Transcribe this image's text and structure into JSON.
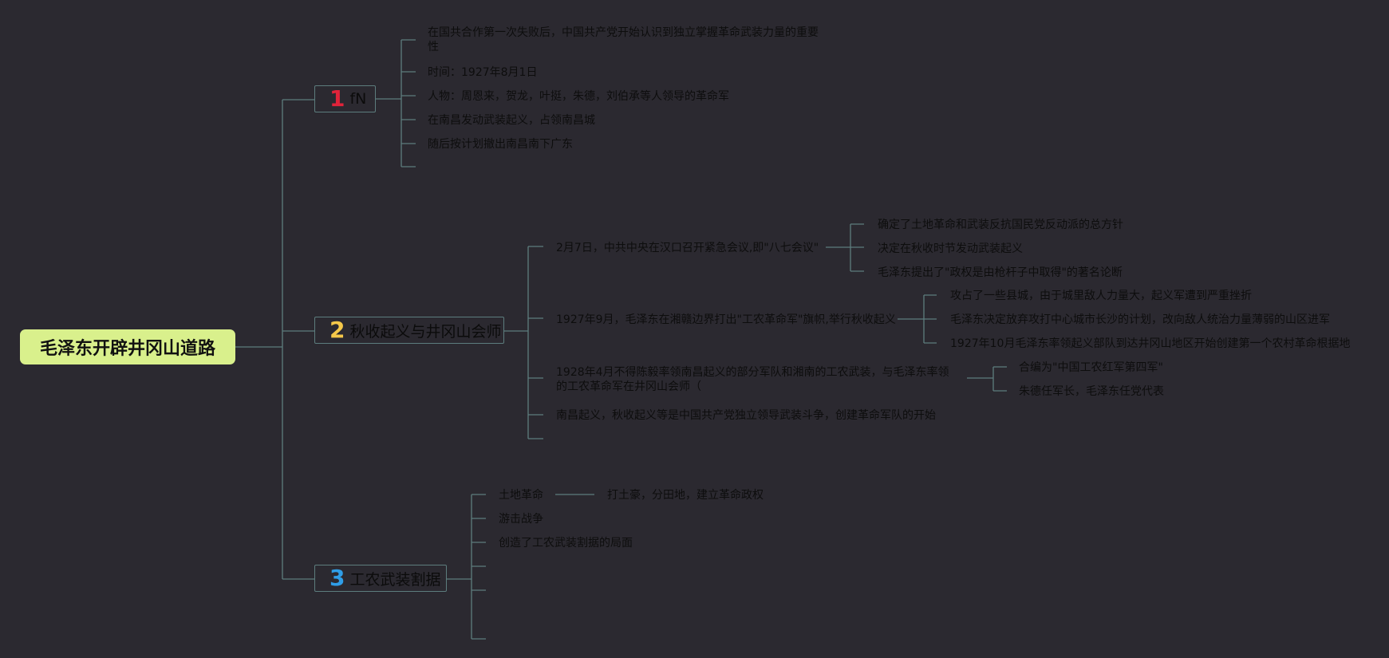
{
  "root": {
    "label": "毛泽东开辟井冈山道路"
  },
  "colors": {
    "line": "#5d7d7e",
    "root_bg": "#d9f08c",
    "num1": "#e0233a",
    "num2": "#f5c84a",
    "num3": "#2f9ee8"
  },
  "branches": [
    {
      "num": "1",
      "label": "fN",
      "items": [
        "在国共合作第一次失败后，中国共产党开始认识到独立掌握革命武装力量的重要性",
        "时间：1927年8月1日",
        "人物：周恩来，贺龙，叶挺，朱德，刘伯承等人领导的革命军",
        "在南昌发动武装起义，占领南昌城",
        "随后按计划撤出南昌南下广东"
      ]
    },
    {
      "num": "2",
      "label": "秋收起义与井冈山会师",
      "items": [
        {
          "text": "2月7日，中共中央在汉口召开紧急会议,即\"八七会议\"",
          "children": [
            "确定了土地革命和武装反抗国民党反动派的总方针",
            "决定在秋收时节发动武装起义",
            "毛泽东提出了\"政权是由枪杆子中取得\"的著名论断"
          ]
        },
        {
          "text": "1927年9月，毛泽东在湘赣边界打出\"工农革命军\"旗帜,举行秋收起义",
          "children": [
            "攻占了一些县城，由于城里敌人力量大，起义军遭到严重挫折",
            "毛泽东决定放弃攻打中心城市长沙的计划，改向敌人统治力量薄弱的山区进军",
            "1927年10月毛泽东率领起义部队到达井冈山地区开始创建第一个农村革命根据地"
          ]
        },
        {
          "text": "1928年4月不得陈毅率领南昌起义的部分军队和湘南的工农武装，与毛泽东率领的工农革命军在井冈山会师（",
          "children": [
            "合编为\"中国工农红军第四军\"",
            "朱德任军长，毛泽东任党代表"
          ]
        },
        {
          "text": "南昌起义，秋收起义等是中国共产党独立领导武装斗争，创建革命军队的开始",
          "children": []
        }
      ]
    },
    {
      "num": "3",
      "label": "工农武装割据",
      "items": [
        {
          "text": "土地革命",
          "children": [
            "打土豪，分田地，建立革命政权"
          ]
        },
        {
          "text": "游击战争",
          "children": []
        },
        {
          "text": "创造了工农武装割据的局面",
          "children": []
        }
      ]
    }
  ]
}
